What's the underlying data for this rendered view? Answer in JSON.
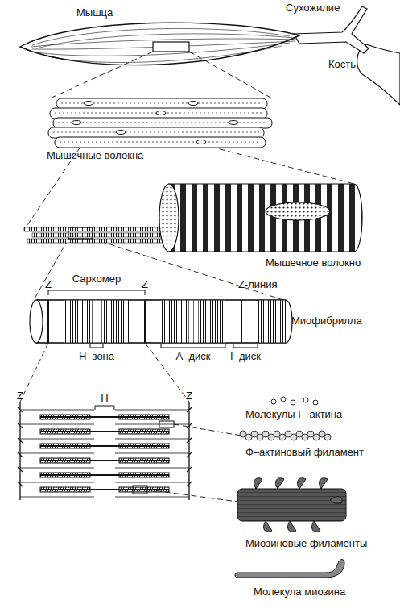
{
  "diagram": {
    "labels": [
      "Мышца",
      "Сухожилие",
      "Кость",
      "Мышечные волокна",
      "Мышечное волокно",
      "Саркомер",
      "Z",
      "Z",
      "Z-линия",
      "Миофибрилла",
      "Н–зона",
      "А–диск",
      "I–диск",
      "Z",
      "Н",
      "Z",
      "Молекулы Г–актина",
      "Ф–актиновый филамент",
      "Миозиновые филаменты",
      "Молекула миозина"
    ]
  }
}
